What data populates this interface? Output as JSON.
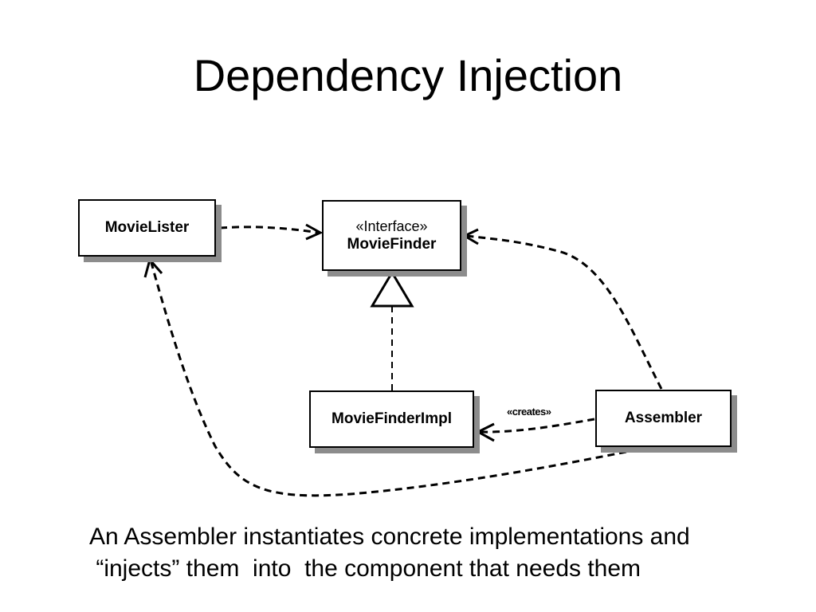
{
  "slide": {
    "title": "Dependency Injection",
    "caption": {
      "line1": "An Assembler instantiates concrete implementations and",
      "line2": " “injects” them  into  the component that needs them"
    }
  },
  "diagram": {
    "classes": {
      "movie_lister": {
        "name": "MovieLister"
      },
      "movie_finder": {
        "stereotype": "«Interface»",
        "name": "MovieFinder"
      },
      "movie_finder_impl": {
        "name": "MovieFinderImpl"
      },
      "assembler": {
        "name": "Assembler"
      }
    },
    "relations": {
      "creates_label": "«creates»"
    }
  }
}
